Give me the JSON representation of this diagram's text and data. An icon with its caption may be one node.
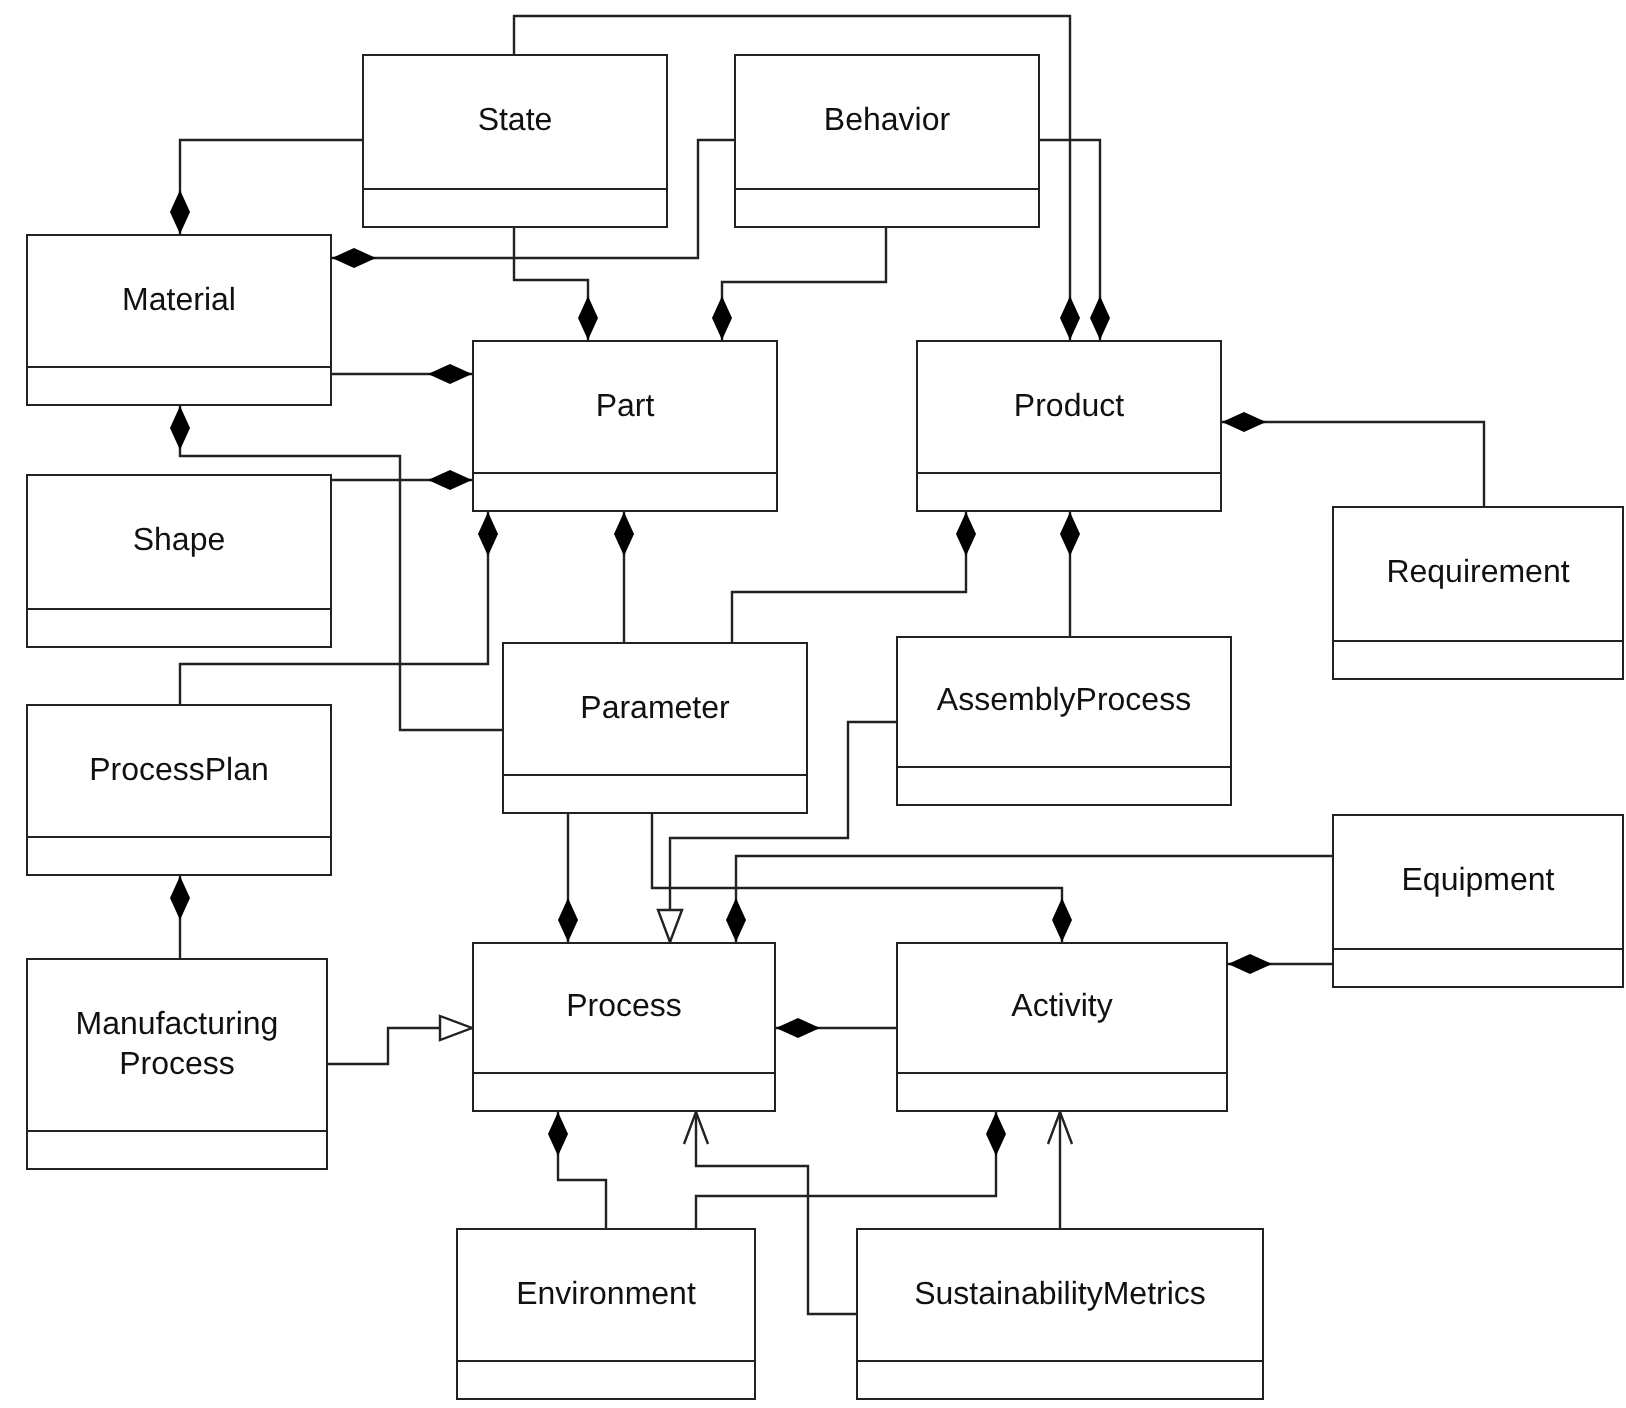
{
  "diagram": {
    "nodes": [
      {
        "text": [
          "State"
        ]
      },
      {
        "text": [
          "Behavior"
        ]
      },
      {
        "text": [
          "Material"
        ]
      },
      {
        "text": [
          "Part"
        ]
      },
      {
        "text": [
          "Product"
        ]
      },
      {
        "text": [
          "Requirement"
        ]
      },
      {
        "text": [
          "Shape"
        ]
      },
      {
        "text": [
          "ProcessPlan"
        ]
      },
      {
        "text": [
          "Parameter"
        ]
      },
      {
        "text": [
          "AssemblyProcess"
        ]
      },
      {
        "text": [
          "Equipment"
        ]
      },
      {
        "text": [
          "Manufacturing Process"
        ]
      },
      {
        "text": [
          "Process"
        ]
      },
      {
        "text": [
          "Activity"
        ]
      },
      {
        "text": [
          "Environment"
        ]
      },
      {
        "text": [
          "SustainabilityMetrics"
        ]
      }
    ],
    "edges": [
      {
        "from": 0,
        "to": 2,
        "arrow": "other"
      },
      {
        "from": 1,
        "to": 2,
        "arrow": "other"
      },
      {
        "from": 0,
        "to": 3,
        "arrow": "other"
      },
      {
        "from": 1,
        "to": 3,
        "arrow": "other"
      },
      {
        "from": 0,
        "to": 4,
        "arrow": "other"
      },
      {
        "from": 1,
        "to": 4,
        "arrow": "other"
      },
      {
        "from": 2,
        "to": 3,
        "arrow": "other"
      },
      {
        "from": 8,
        "to": 2,
        "arrow": "other"
      },
      {
        "from": 6,
        "to": 3,
        "arrow": "other"
      },
      {
        "from": 7,
        "to": 3,
        "arrow": "other"
      },
      {
        "from": 8,
        "to": 3,
        "arrow": "other"
      },
      {
        "from": 8,
        "to": 4,
        "arrow": "other"
      },
      {
        "from": 9,
        "to": 4,
        "arrow": "other"
      },
      {
        "from": 5,
        "to": 4,
        "arrow": "other"
      },
      {
        "from": 8,
        "to": 12,
        "arrow": "other"
      },
      {
        "from": 9,
        "to": 12,
        "arrow": "to"
      },
      {
        "from": 8,
        "to": 13,
        "arrow": "other"
      },
      {
        "from": 10,
        "to": 12,
        "arrow": "other"
      },
      {
        "from": 10,
        "to": 13,
        "arrow": "other"
      },
      {
        "from": 13,
        "to": 12,
        "arrow": "other"
      },
      {
        "from": 11,
        "to": 12,
        "arrow": "to"
      },
      {
        "from": 11,
        "to": 7,
        "arrow": "other"
      },
      {
        "from": 14,
        "to": 12,
        "arrow": "other"
      },
      {
        "from": 14,
        "to": 13,
        "arrow": "other"
      },
      {
        "from": 15,
        "to": 12,
        "arrow": "to"
      },
      {
        "from": 15,
        "to": 13,
        "arrow": "to"
      }
    ]
  }
}
